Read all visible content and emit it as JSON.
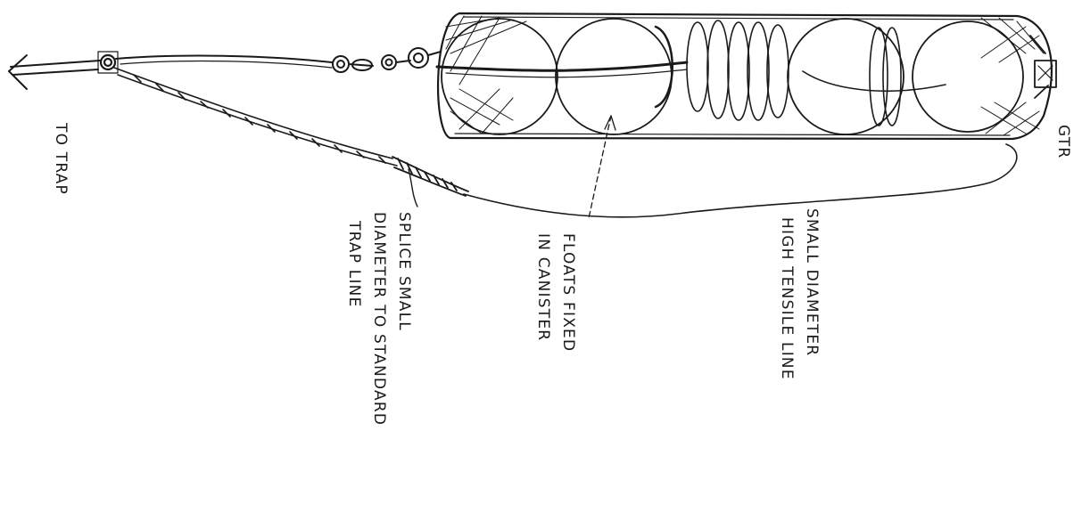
{
  "labels": {
    "to_trap": "TO TRAP",
    "gtr": "GTR",
    "splice_line1": "SPLICE SMALL",
    "splice_line2": "DIAMETER TO STANDARD",
    "splice_line3": "TRAP LINE",
    "floats_line1": "FLOATS FIXED",
    "floats_line2": "IN CANISTER",
    "hightensile_line1": "SMALL DIAMETER",
    "hightensile_line2": "HIGH TENSILE LINE"
  },
  "colors": {
    "ink": "#1a1a1a",
    "paper": "#ffffff"
  }
}
